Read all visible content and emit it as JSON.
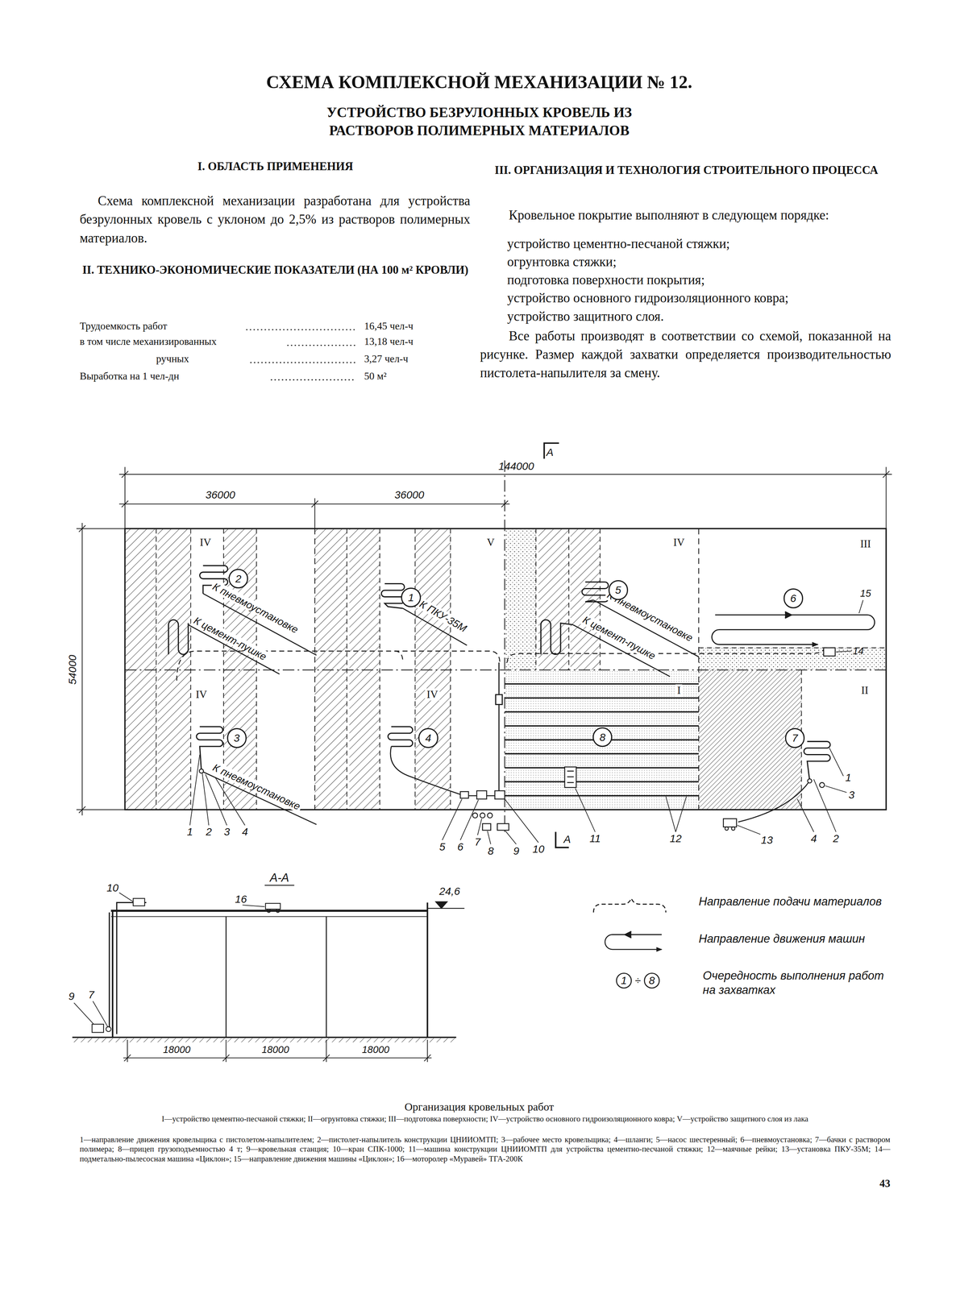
{
  "diagram": {
    "title": "СХЕМА КОМПЛЕКСНОЙ МЕХАНИЗАЦИИ № 12.",
    "caption": "Организация кровельных работ",
    "nodes": [
      {
        "text": [
          "2"
        ]
      },
      {
        "text": [
          "1"
        ]
      },
      {
        "text": [
          "5"
        ]
      },
      {
        "text": [
          "6"
        ]
      },
      {
        "text": [
          "3"
        ]
      },
      {
        "text": [
          "4"
        ]
      },
      {
        "text": [
          "8"
        ]
      },
      {
        "text": [
          "7"
        ]
      }
    ],
    "labels": [
      "УСТРОЙСТВО БЕЗРУЛОННЫХ КРОВЕЛЬ ИЗ РАСТВОРОВ ПОЛИМЕРНЫХ МАТЕРИАЛОВ",
      "I. ОБЛАСТЬ ПРИМЕНЕНИЯ",
      "Схема комплексной механизации разработана для устройства безрулонных кровель с уклоном до 2,5% из растворов полимерных материалов.",
      "II. ТЕХНИКО-ЭКОНОМИЧЕСКИЕ ПОКАЗАТЕЛИ (НА 100 м² КРОВЛИ)",
      "Трудоемкость работ",
      "16,45 чел-ч",
      "в том числе механизированных",
      "13,18 чел-ч",
      "ручных",
      "3,27 чел-ч",
      "Выработка на 1 чел-дн",
      "50 м²",
      "III. ОРГАНИЗАЦИЯ И ТЕХНОЛОГИЯ СТРОИТЕЛЬНОГО ПРОЦЕССА",
      "Кровельное покрытие выполняют в следующем порядке:",
      "устройство цементно-песчаной стяжки;",
      "огрунтовка стяжки;",
      "подготовка поверхности покрытия;",
      "устройство основного гидроизоляционного ковра;",
      "устройство защитного слоя.",
      "Все работы производят в соответствии со схемой, показанной на рисунке. Размер каждой захватки определяется производительностью пистолета-напылителя за смену.",
      "А",
      "144000",
      "36000",
      "36000",
      "54000",
      "IV",
      "V",
      "IV",
      "III",
      "IV",
      "IV",
      "I",
      "II",
      "К пневмоустановке",
      "К цемент-пушке",
      "К ПКУ-35М",
      "К пневмоустановке",
      "К цемент-пушке",
      "К пневмоустановке",
      "15",
      "14",
      "1",
      "2",
      "3",
      "4",
      "5",
      "6",
      "7",
      "8",
      "9",
      "10",
      "11",
      "12",
      "13",
      "4",
      "2",
      "1",
      "3",
      "А",
      "А-А",
      "10",
      "16",
      "24,6",
      "9",
      "7",
      "18000",
      "18000",
      "18000",
      "1",
      "÷",
      "8",
      "I—устройство цементно-песчаной стяжки; II—огрунтовка стяжки; III—подготовка поверхности; IV—устройство основного гидроизоляционного ковра; V—устройство защитного слоя из лака",
      "1—направление движения кровельщика с пистолетом-напылителем; 2—пистолет-напылитель конструкции ЦНИИОМТП; 3—рабочее место кровельщика; 4—шланги; 5—насос шестеренный; 6—пневмоустановка; 7—бачки с раствором полимера; 8—прицеп грузоподъемностью 4 т; 9—кровельная станция; 10—кран СПК-1000; 11—машина конструкции ЦНИИОМТП для устройства цементно-песчаной стяжки; 12—маячные рейки; 13—установка ПКУ-35М; 14—подметально-пылесосная машина «Циклон»; 15—направление движения машины «Циклон»; 16—моторолер «Муравей» ТГА-200К",
      "43"
    ],
    "legend": [
      {
        "text": "Направление подачи материалов"
      },
      {
        "text": "Направление движения машин"
      },
      {
        "text": "Очередность выполнения работ на захватках"
      }
    ]
  }
}
